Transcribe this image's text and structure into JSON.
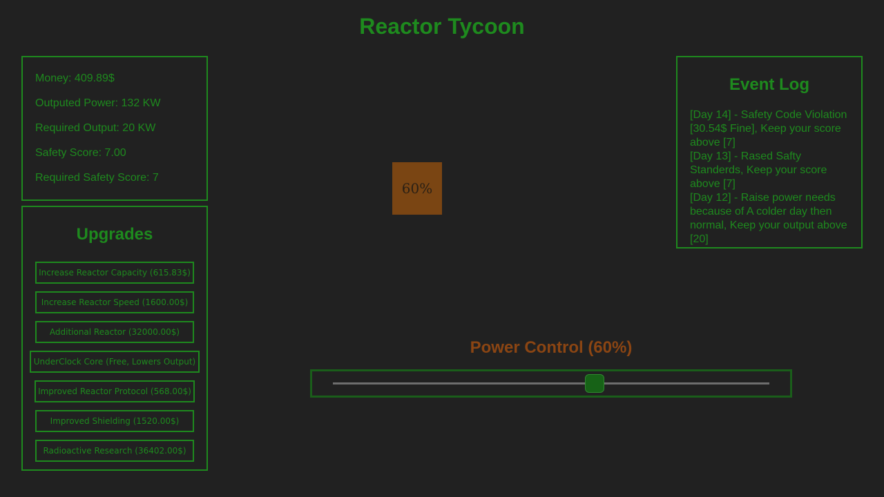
{
  "title": "Reactor Tycoon",
  "stats": {
    "money": "Money: 409.89$",
    "outputted_power": "Outputed Power: 132 KW",
    "required_output": "Required Output: 20 KW",
    "safety_score": "Safety Score: 7.00",
    "required_safety_score": "Required Safety Score: 7"
  },
  "upgrades": {
    "heading": "Upgrades",
    "items": [
      "Increase Reactor Capacity (615.83$)",
      "Increase Reactor Speed (1600.00$)",
      "Additional Reactor (32000.00$)",
      "UnderClock Core (Free, Lowers Output)",
      "Improved Reactor Protocol (568.00$)",
      "Improved Shielding (1520.00$)",
      "Radioactive Research (36402.00$)"
    ]
  },
  "event_log": {
    "heading": "Event Log",
    "entries": [
      "[Day 14] - Safety Code Violation [30.54$ Fine], Keep your score above [7]",
      "[Day 13] - Rased Safty Standerds, Keep your score above [7]",
      "[Day 12] - Raise power needs because of A colder day then normal, Keep your output above [20]"
    ]
  },
  "reactor": {
    "label": "60%"
  },
  "power_control": {
    "label": "Power Control (60%)",
    "value": 0.6
  },
  "colors": {
    "accent_green": "#1e8a1e",
    "reactor_brown": "#7a4513",
    "control_label": "#8b4513",
    "background": "#212121"
  }
}
